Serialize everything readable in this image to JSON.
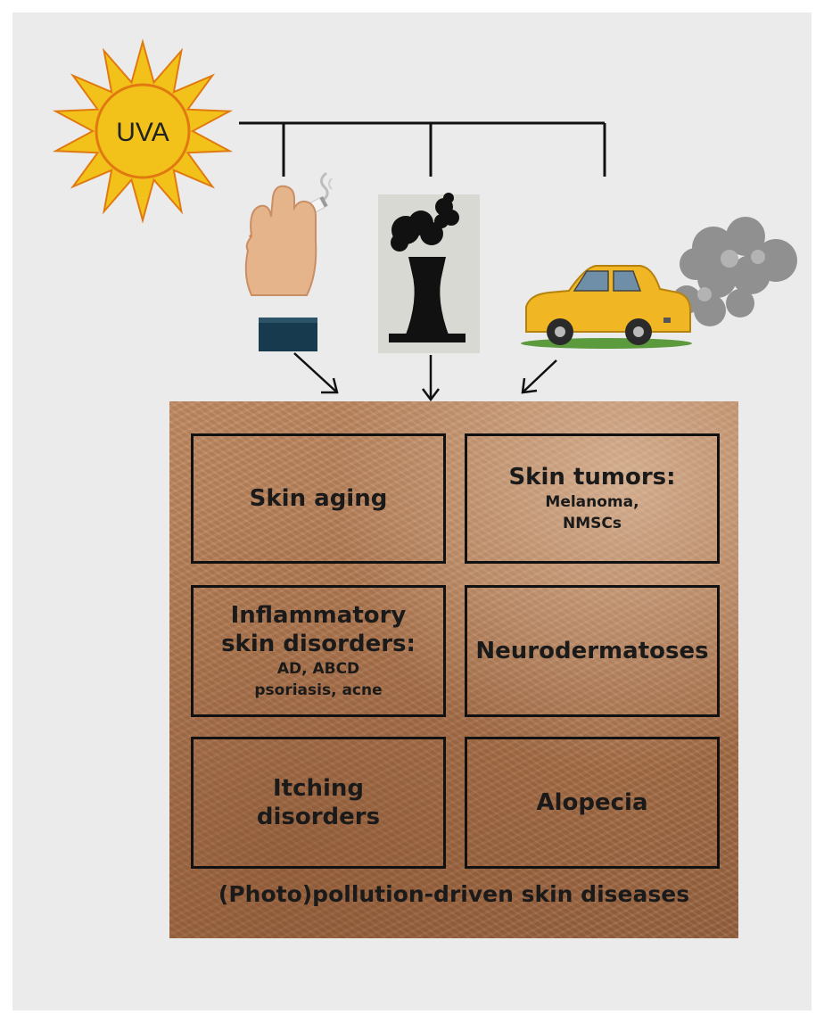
{
  "sun": {
    "label": "UVA"
  },
  "boxes": {
    "skin_aging": {
      "title": "Skin aging"
    },
    "skin_tumors": {
      "title": "Skin tumors:",
      "detail": "Melanoma,",
      "detail2": "NMSCs"
    },
    "inflammatory": {
      "title": "Inflammatory",
      "title2": "skin disorders:",
      "detail": "AD, ABCD",
      "detail2": "psoriasis, acne"
    },
    "neurodermatoses": {
      "title": "Neurodermatoses"
    },
    "itching": {
      "title": "Itching",
      "title2": "disorders"
    },
    "alopecia": {
      "title": "Alopecia"
    }
  },
  "caption": "(Photo)pollution-driven  skin diseases",
  "icons": [
    "sun-icon",
    "cigarette-hand-icon",
    "factory-chimney-icon",
    "car-exhaust-icon"
  ],
  "colors": {
    "sun_fill": "#f2c21b",
    "sun_outline": "#e07a10",
    "car_body": "#f1b623",
    "smoke": "#8c8c8c",
    "box_border": "#111111"
  }
}
